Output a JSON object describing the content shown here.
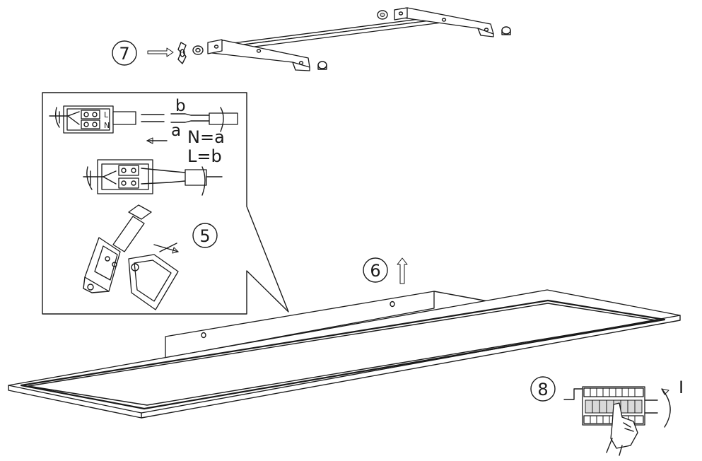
{
  "steps": {
    "mounting_bracket": "7",
    "wiring": "5",
    "lift_panel": "6",
    "switch_on": "8"
  },
  "wiring_detail": {
    "wire_b": "b",
    "wire_a": "a",
    "terminal_L": "L",
    "terminal_N": "N",
    "rule_neutral": "N=a",
    "rule_live": "L=b"
  },
  "power_switch": {
    "on_symbol": "I"
  },
  "icons": [
    "mounting-bracket-icon",
    "wing-nut-icon",
    "terminal-block-icon",
    "led-panel-icon",
    "circuit-breaker-icon",
    "hand-icon",
    "rotate-arrow-icon",
    "up-arrow-icon",
    "right-arrow-icon",
    "left-arrow-icon"
  ]
}
